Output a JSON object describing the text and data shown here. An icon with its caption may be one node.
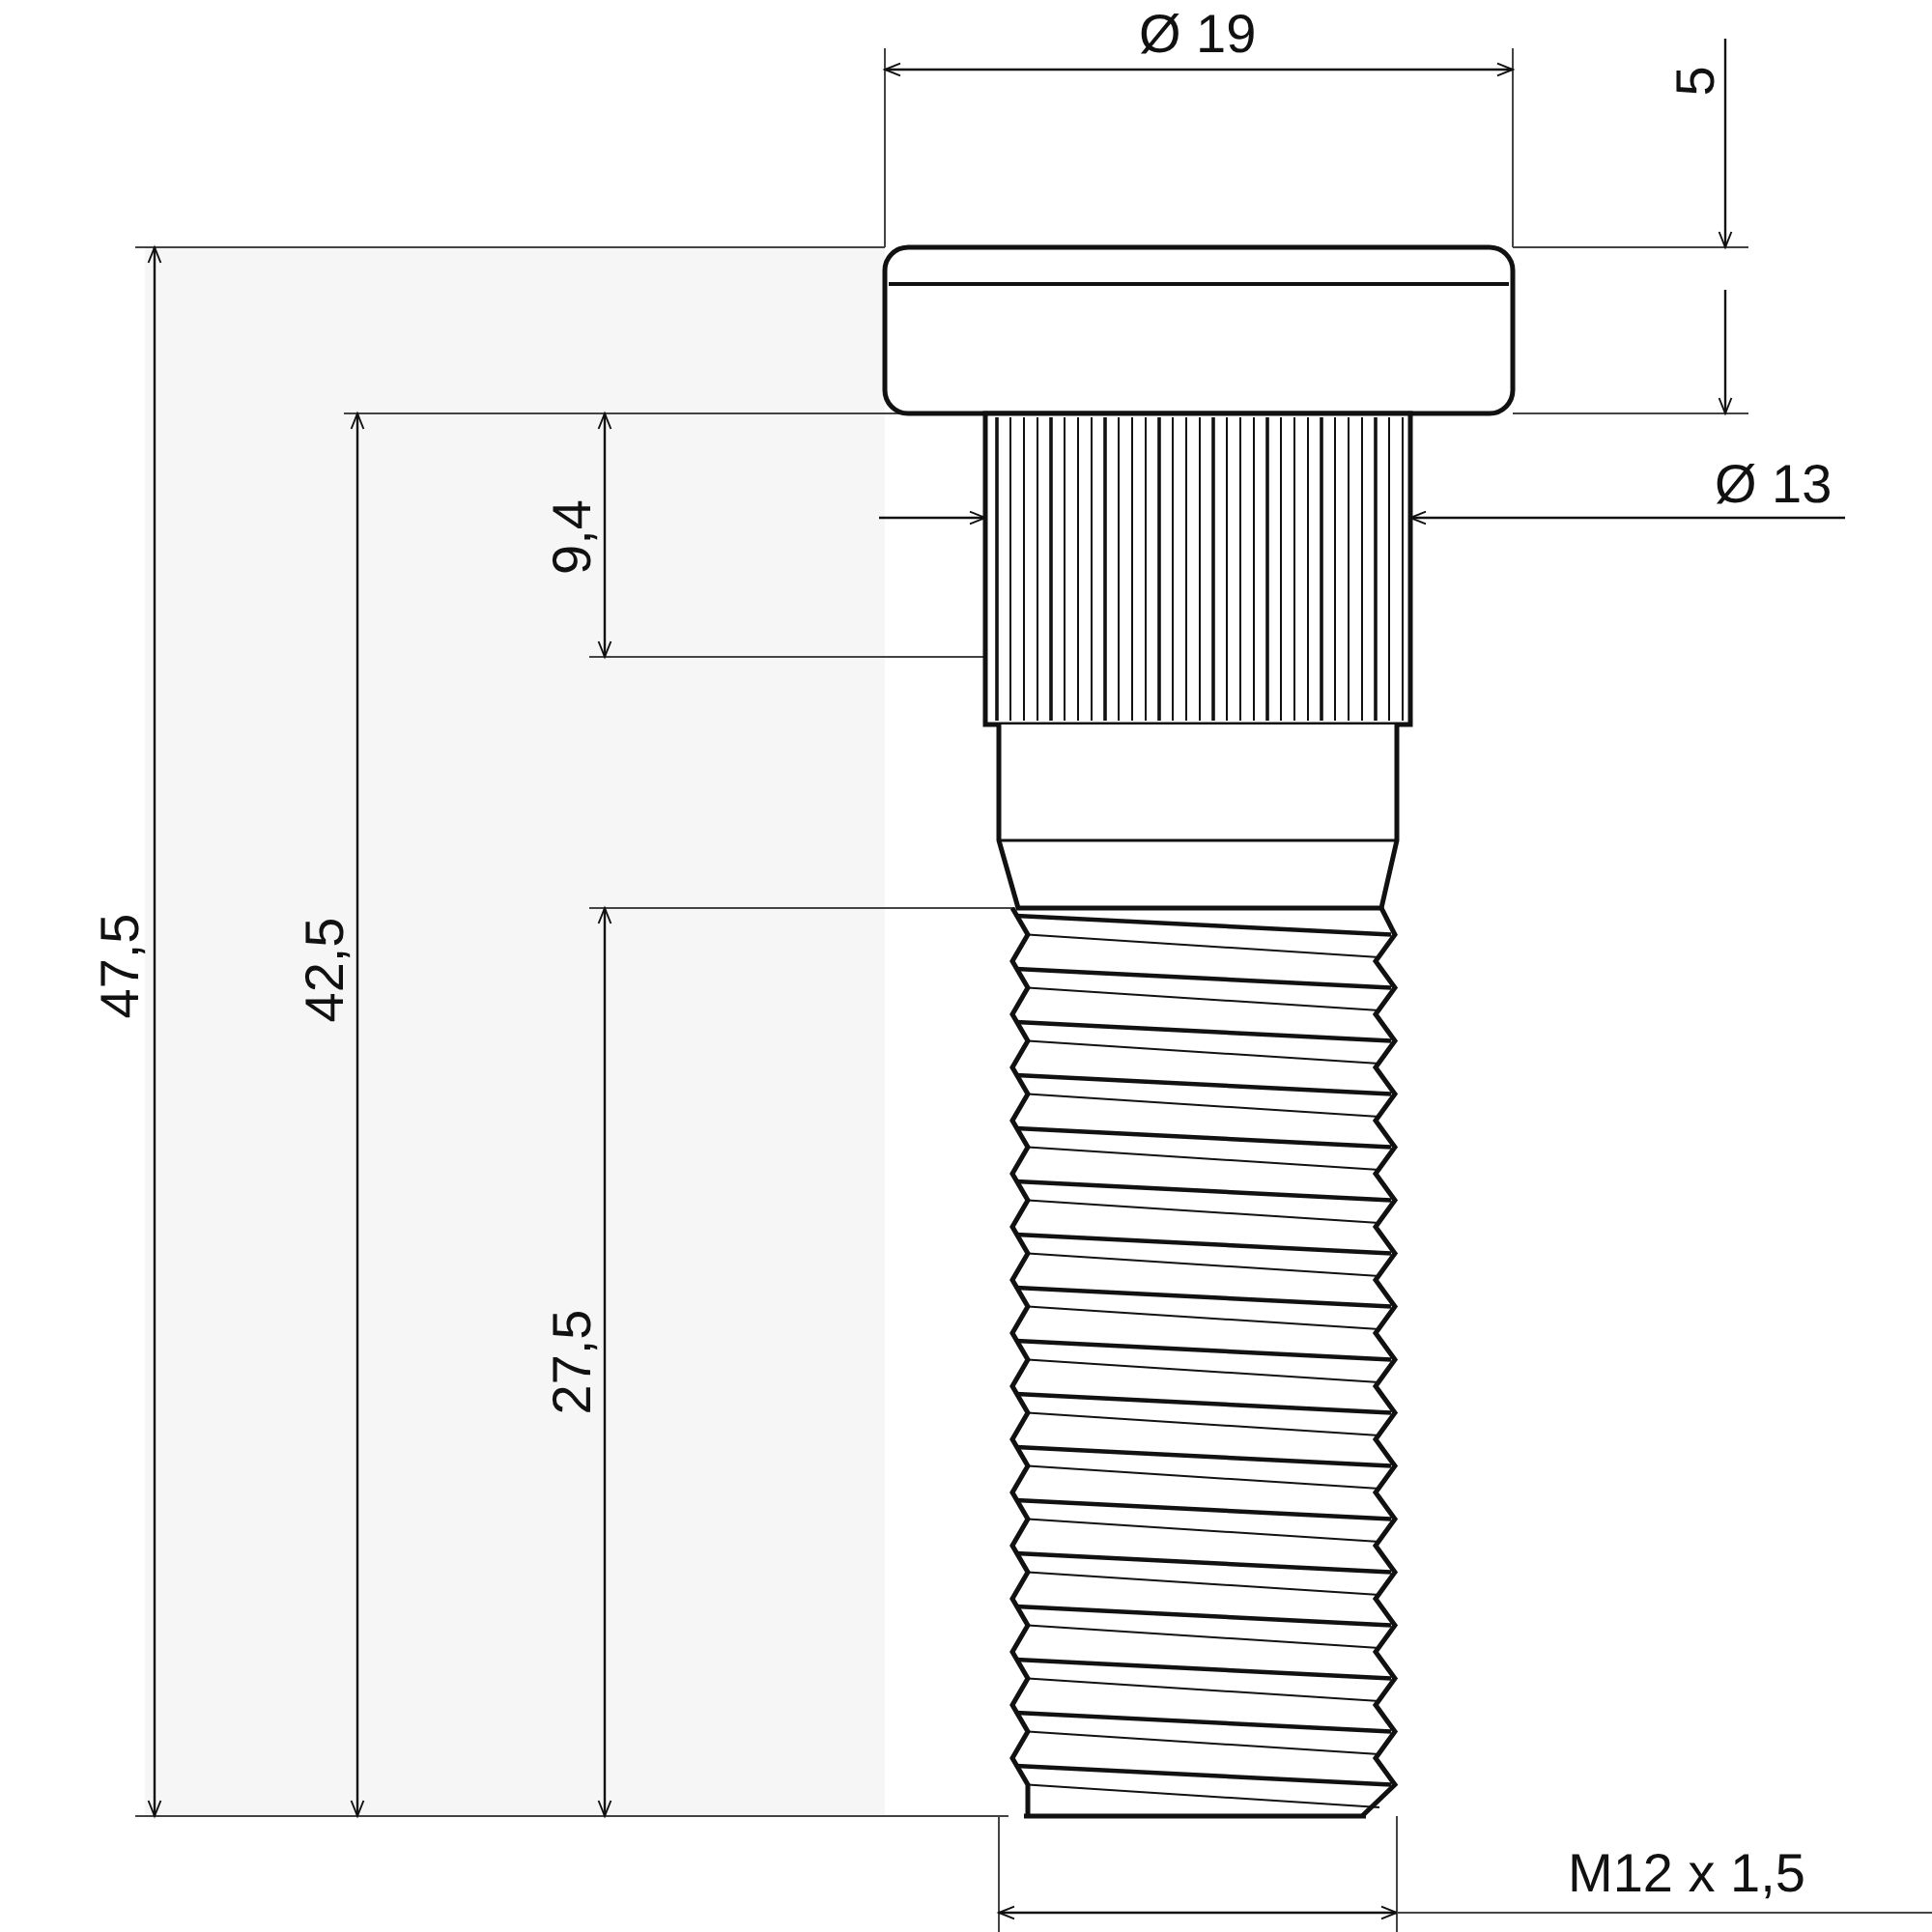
{
  "diagram": {
    "labels": [
      "Ø 19",
      "5",
      "Ø 13",
      "9,4",
      "47,5",
      "42,5",
      "27,5",
      "M12 x 1,5"
    ]
  }
}
